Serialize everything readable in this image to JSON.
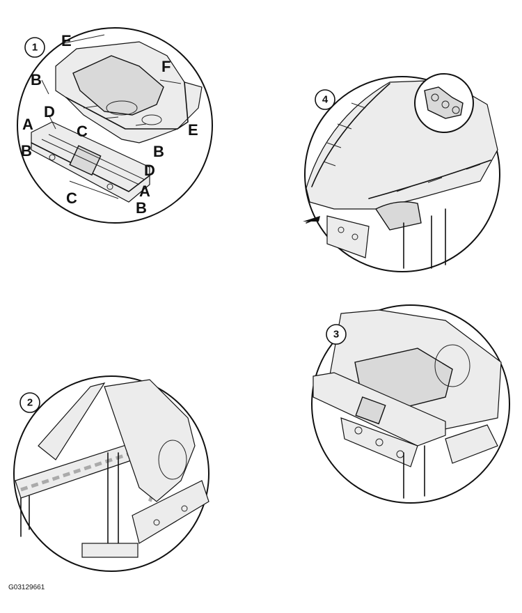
{
  "figure_code": "G03129661",
  "steps": [
    {
      "number": "1"
    },
    {
      "number": "2"
    },
    {
      "number": "3"
    },
    {
      "number": "4"
    }
  ],
  "callouts": {
    "A": "A",
    "B": "B",
    "C": "C",
    "D": "D",
    "E": "E",
    "F": "F"
  }
}
